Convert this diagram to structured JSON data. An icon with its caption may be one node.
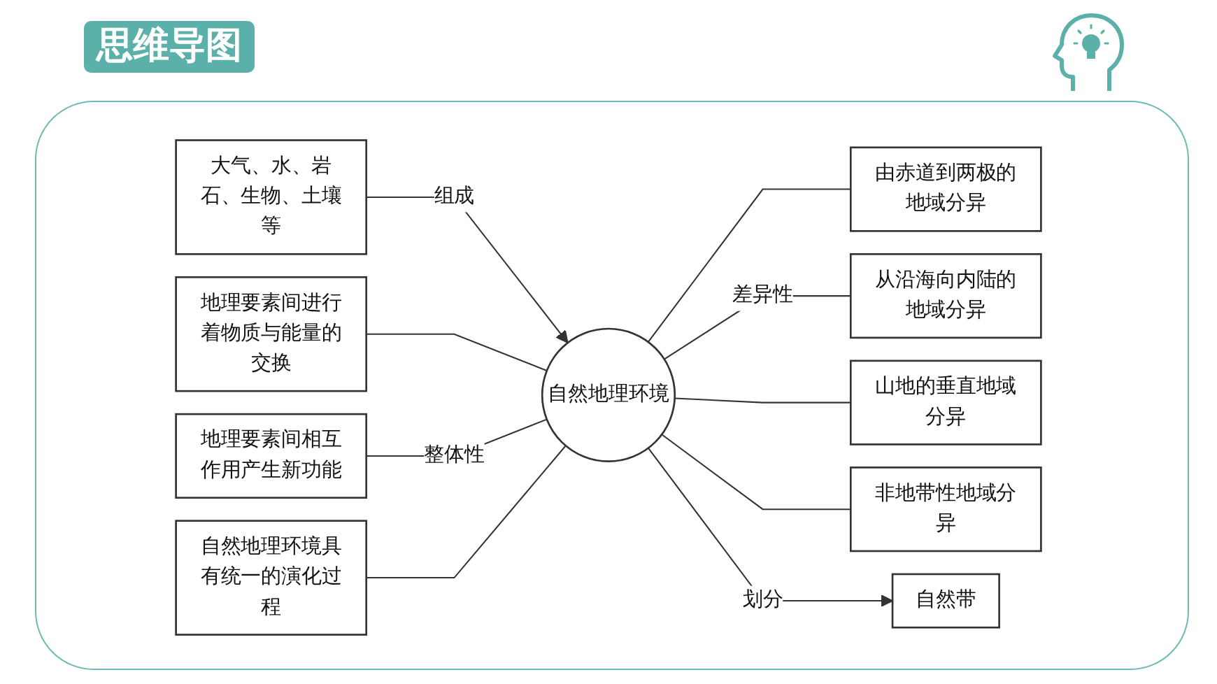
{
  "diagram": {
    "title": "思维导图",
    "nodes": [
      {
        "text": [
          "大气、水、岩石、生物、土壤等"
        ]
      },
      {
        "text": [
          "自然地理环境"
        ]
      },
      {
        "text": [
          "地理要素间进行着物质与能量的交换"
        ]
      },
      {
        "text": [
          "地理要素间相互作用产生新功能"
        ]
      },
      {
        "text": [
          "自然地理环境具有统一的演化过程"
        ]
      },
      {
        "text": [
          "由赤道到两极的地域分异"
        ]
      },
      {
        "text": [
          "从沿海向内陆的地域分异"
        ]
      },
      {
        "text": [
          "山地的垂直地域分异"
        ]
      },
      {
        "text": [
          "非地带性地域分异"
        ]
      },
      {
        "text": [
          "自然带"
        ]
      }
    ],
    "edges": [
      {
        "from": 0,
        "to": 1,
        "arrow": "to",
        "label": "组成"
      },
      {
        "from": 2,
        "to": 1,
        "arrow": "none"
      },
      {
        "from": 3,
        "to": 1,
        "arrow": "none",
        "label": "整体性"
      },
      {
        "from": 4,
        "to": 1,
        "arrow": "none"
      },
      {
        "from": 1,
        "to": 5,
        "arrow": "none"
      },
      {
        "from": 1,
        "to": 6,
        "arrow": "none",
        "label": "差异性"
      },
      {
        "from": 1,
        "to": 7,
        "arrow": "none"
      },
      {
        "from": 1,
        "to": 8,
        "arrow": "none"
      },
      {
        "from": 1,
        "to": 9,
        "arrow": "to",
        "label": "划分"
      }
    ]
  }
}
